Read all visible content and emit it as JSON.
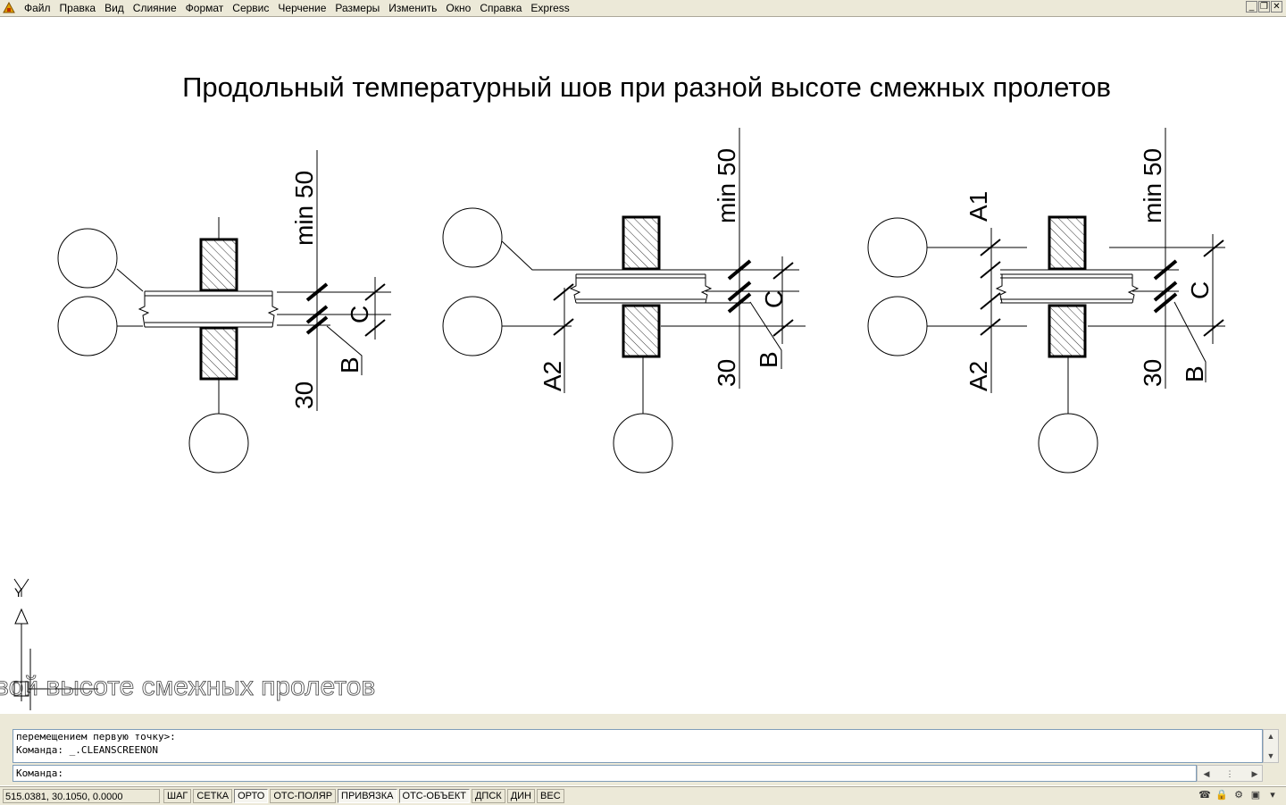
{
  "menubar": {
    "items": [
      "Файл",
      "Правка",
      "Вид",
      "Слияние",
      "Формат",
      "Сервис",
      "Черчение",
      "Размеры",
      "Изменить",
      "Окно",
      "Справка",
      "Express"
    ],
    "icons": [
      "app-icon",
      "minimize-icon",
      "restore-icon",
      "close-icon"
    ]
  },
  "drawing": {
    "title": "Продольный температурный шов  при разной высоте смежных пролетов",
    "fragment_text": "вой высоте смежных пролетов",
    "ucs": {
      "y_label": "Y"
    },
    "details": [
      {
        "labels": {
          "top_dim": "min 50",
          "bottom_dim": "30",
          "c": "C",
          "b": "B"
        }
      },
      {
        "labels": {
          "top_dim": "min 50",
          "bottom_dim": "30",
          "c": "C",
          "b": "B",
          "a2": "A2"
        }
      },
      {
        "labels": {
          "top_dim": "min 50",
          "bottom_dim": "30",
          "c": "C",
          "b": "B",
          "a1": "A1",
          "a2": "A2"
        }
      }
    ]
  },
  "command": {
    "history": [
      "перемещением первую точку>:",
      "Команда: _.CLEANSCREENON"
    ],
    "prompt": "Команда:"
  },
  "status": {
    "coords": "515.0381, 30.1050, 0.0000",
    "buttons": [
      {
        "label": "ШАГ",
        "on": false
      },
      {
        "label": "СЕТКА",
        "on": false
      },
      {
        "label": "ОРТО",
        "on": true
      },
      {
        "label": "ОТС-ПОЛЯР",
        "on": false
      },
      {
        "label": "ПРИВЯЗКА",
        "on": true
      },
      {
        "label": "ОТС-ОБЪЕКТ",
        "on": true
      },
      {
        "label": "ДПСК",
        "on": false
      },
      {
        "label": "ДИН",
        "on": false
      },
      {
        "label": "ВЕС",
        "on": false
      }
    ]
  }
}
